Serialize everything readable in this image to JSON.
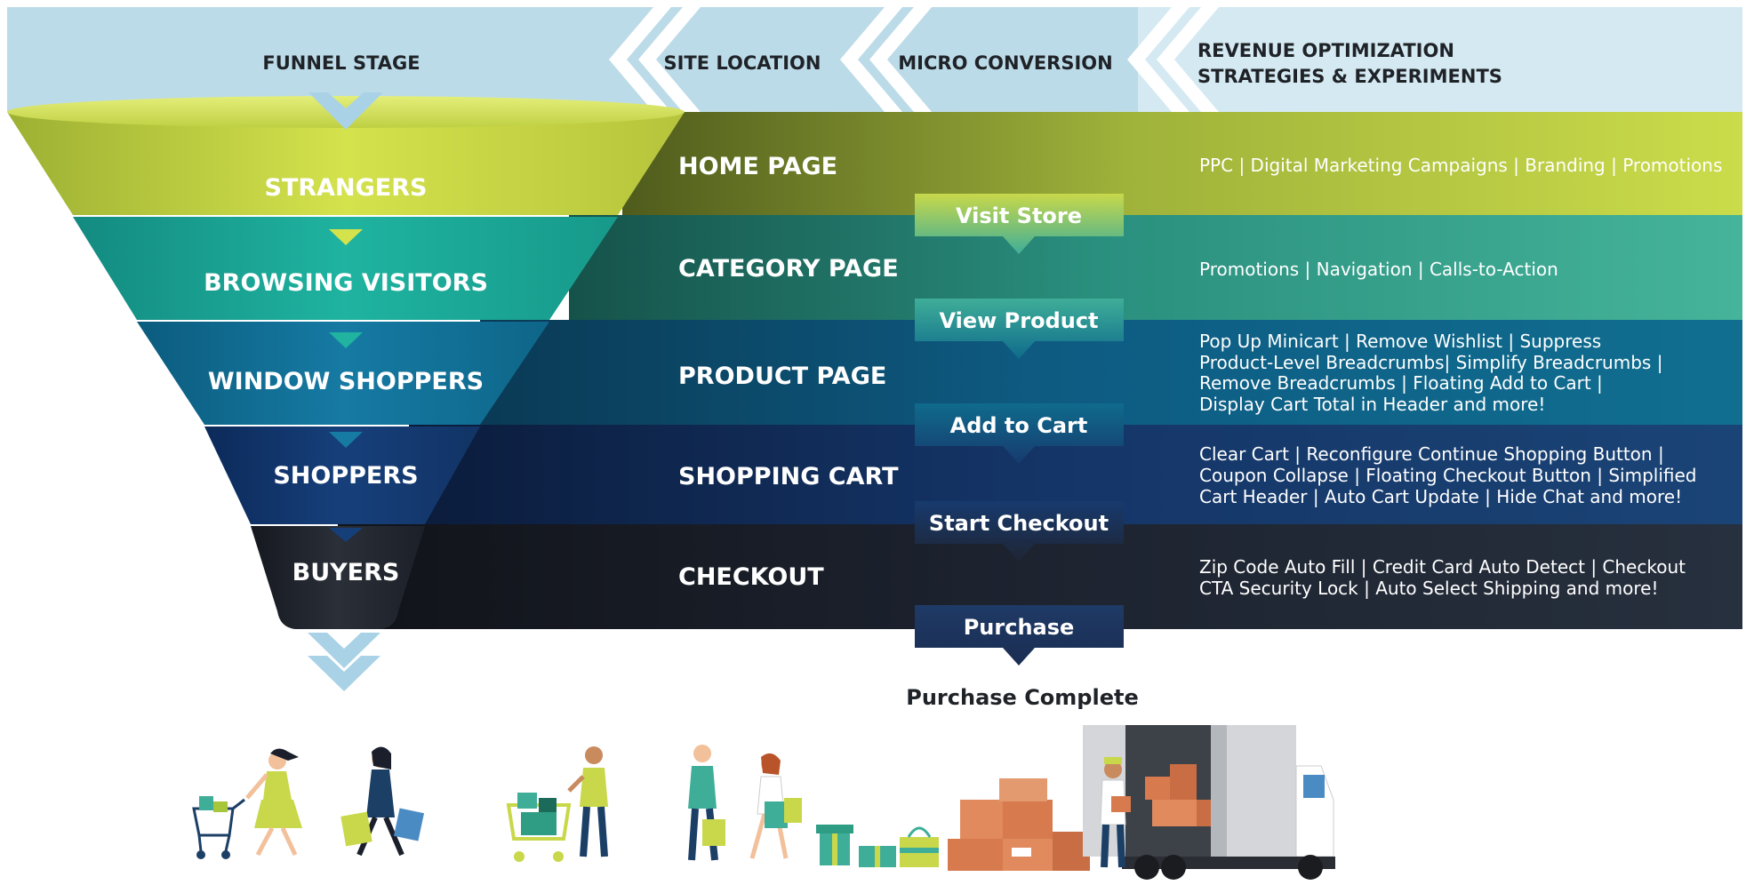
{
  "header": {
    "funnel_stage": "FUNNEL STAGE",
    "site_location": "SITE LOCATION",
    "micro_conversion": "MICRO CONVERSION",
    "revenue_line1": "REVENUE OPTIMIZATION",
    "revenue_line2": "STRATEGIES & EXPERIMENTS"
  },
  "colors": {
    "header_bg": "#bcdbe8",
    "chevron": "#ffffff",
    "arrow": "#a9d2e6",
    "row1": "#c8d84a",
    "row2": "#3fae98",
    "row3": "#0f6b8c",
    "row4": "#173a6e",
    "row5": "#1f2533"
  },
  "stages": [
    {
      "funnel": "STRANGERS",
      "site": "HOME PAGE",
      "lines": [
        "PPC | Digital Marketing Campaigns | Branding | Promotions"
      ]
    },
    {
      "funnel": "BROWSING VISITORS",
      "site": "CATEGORY PAGE",
      "lines": [
        "Promotions | Navigation | Calls-to-Action"
      ]
    },
    {
      "funnel": "WINDOW SHOPPERS",
      "site": "PRODUCT PAGE",
      "lines": [
        "Pop Up Minicart | Remove Wishlist | Suppress",
        "Product-Level Breadcrumbs| Simplify Breadcrumbs |",
        "Remove Breadcrumbs | Floating Add to Cart |",
        "Display Cart Total in Header and more!"
      ]
    },
    {
      "funnel": "SHOPPERS",
      "site": "SHOPPING CART",
      "lines": [
        "Clear Cart | Reconfigure Continue Shopping Button |",
        "Coupon Collapse | Floating Checkout Button | Simplified",
        "Cart Header | Auto Cart Update | Hide Chat and more!"
      ]
    },
    {
      "funnel": "BUYERS",
      "site": "CHECKOUT",
      "lines": [
        "Zip Code Auto Fill | Credit Card Auto Detect | Checkout",
        "CTA Security Lock | Auto Select Shipping and more!"
      ]
    }
  ],
  "micro_conversions": [
    "Visit Store",
    "View Product",
    "Add to Cart",
    "Start Checkout",
    "Purchase"
  ],
  "purchase_complete": "Purchase Complete",
  "illustrations": [
    "shopper-with-cart",
    "shopper-with-bags",
    "man-with-cart",
    "couple-with-bags",
    "gift-boxes",
    "cardboard-boxes",
    "delivery-truck"
  ]
}
